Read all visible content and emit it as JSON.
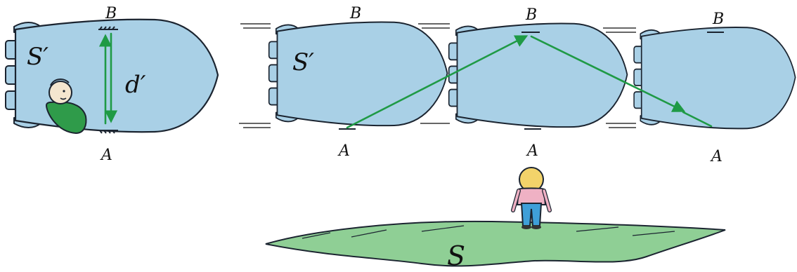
{
  "frame_labels": {
    "rest_frame": "S′",
    "moving_frame": "S′",
    "ground_frame": "S"
  },
  "distance_label": "d′",
  "mirror_top_label": "B",
  "mirror_bottom_label": "A",
  "colors": {
    "ship": "#a9d0e6",
    "light_path": "#1f9a45",
    "ground": "#8fcf95",
    "outline": "#1b2430"
  }
}
